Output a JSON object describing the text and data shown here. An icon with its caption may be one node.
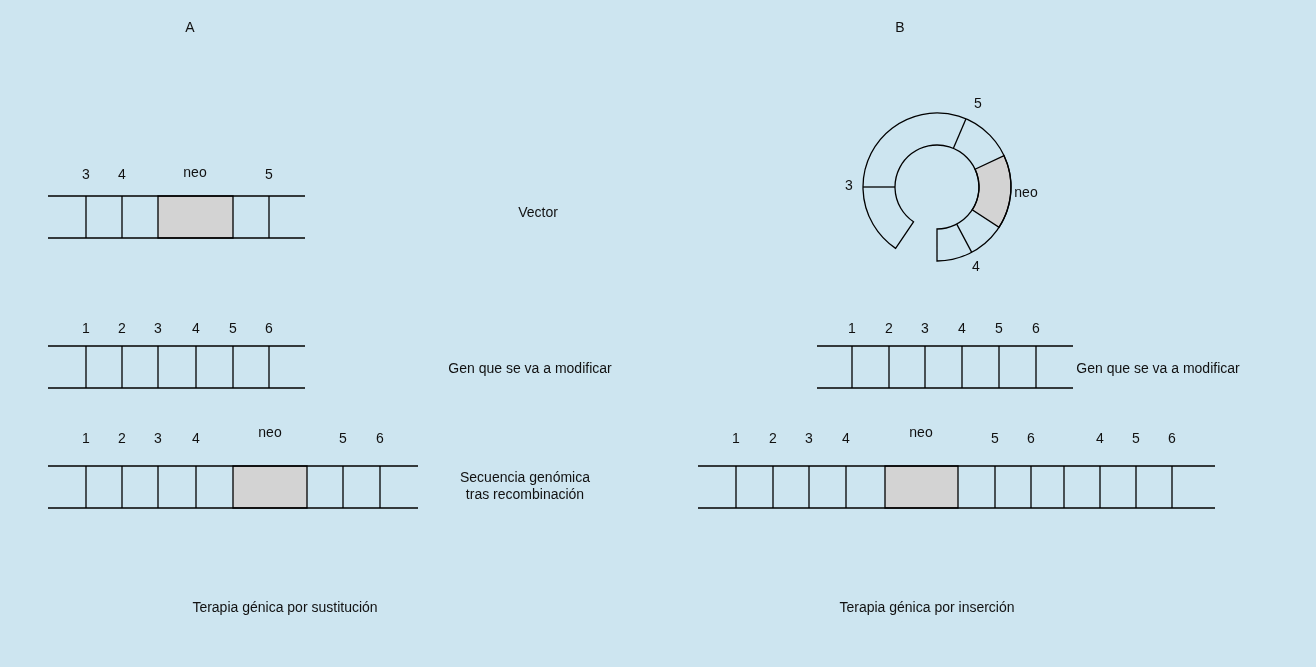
{
  "diagram": {
    "labels": [
      "A",
      "B",
      "5",
      "3",
      "4",
      "neo",
      "5",
      "3",
      "Vector",
      "neo",
      "4",
      "1",
      "2",
      "3",
      "4",
      "5",
      "6",
      "1",
      "2",
      "3",
      "4",
      "5",
      "6",
      "Gen que se va a modificar",
      "Gen que se va a modificar",
      "1",
      "2",
      "3",
      "4",
      "neo",
      "5",
      "6",
      "1",
      "2",
      "3",
      "4",
      "neo",
      "5",
      "6",
      "4",
      "5",
      "6",
      "Secuencia genómica tras recombinación",
      "Terapia génica por sustitución",
      "Terapia génica por inserción"
    ]
  }
}
